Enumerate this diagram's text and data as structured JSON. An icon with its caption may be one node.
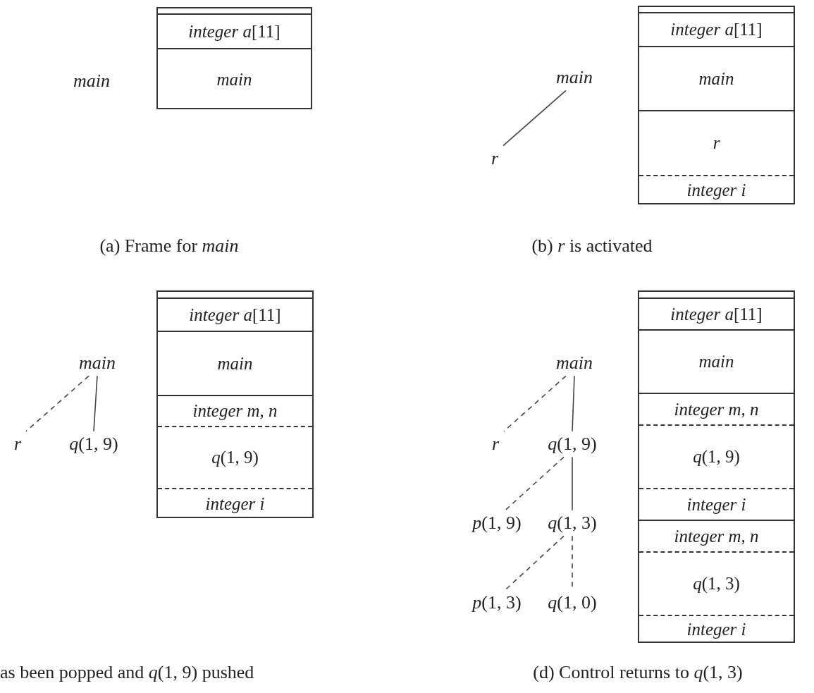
{
  "diagram": {
    "nodes": [
      {
        "text": [
          "main"
        ]
      },
      {
        "text": [],
        "shape": "box"
      },
      {
        "text": [
          "*integer a*[11]"
        ],
        "in": 1
      },
      {
        "text": [
          "main"
        ],
        "in": 1
      },
      {
        "text": [
          "main"
        ]
      },
      {
        "text": [
          "r"
        ]
      },
      {
        "text": [],
        "shape": "box"
      },
      {
        "text": [
          "*integer a*[11]"
        ],
        "in": 6
      },
      {
        "text": [
          "main"
        ],
        "in": 6
      },
      {
        "text": [
          "r"
        ],
        "in": 6
      },
      {
        "text": [
          "integer i"
        ],
        "in": 6
      },
      {
        "text": [
          "main"
        ]
      },
      {
        "text": [
          "r"
        ]
      },
      {
        "text": [
          "*q*(1, 9)"
        ]
      },
      {
        "text": [],
        "shape": "box"
      },
      {
        "text": [
          "*integer a*[11]"
        ],
        "in": 14
      },
      {
        "text": [
          "main"
        ],
        "in": 14
      },
      {
        "text": [
          "integer m, n"
        ],
        "in": 14
      },
      {
        "text": [
          "*q*(1, 9)"
        ],
        "in": 14
      },
      {
        "text": [
          "integer i"
        ],
        "in": 14
      },
      {
        "text": [
          "main"
        ]
      },
      {
        "text": [
          "r"
        ]
      },
      {
        "text": [
          "*q*(1, 9)"
        ]
      },
      {
        "text": [
          "*p*(1, 9)"
        ]
      },
      {
        "text": [
          "*q*(1, 3)"
        ]
      },
      {
        "text": [
          "*p*(1, 3)"
        ]
      },
      {
        "text": [
          "*q*(1, 0)"
        ]
      },
      {
        "text": [],
        "shape": "box"
      },
      {
        "text": [
          "*integer a*[11]"
        ],
        "in": 27
      },
      {
        "text": [
          "main"
        ],
        "in": 27
      },
      {
        "text": [
          "integer m, n"
        ],
        "in": 27
      },
      {
        "text": [
          "*q*(1, 9)"
        ],
        "in": 27
      },
      {
        "text": [
          "integer i"
        ],
        "in": 27
      },
      {
        "text": [
          "integer m, n"
        ],
        "in": 27
      },
      {
        "text": [
          "*q*(1, 3)"
        ],
        "in": 27
      },
      {
        "text": [
          "integer i"
        ],
        "in": 27
      }
    ],
    "edges": [
      {
        "from": 4,
        "to": 5,
        "arrow": "none"
      },
      {
        "from": 11,
        "to": 12,
        "arrow": "none",
        "style": "dashed"
      },
      {
        "from": 11,
        "to": 13,
        "arrow": "none"
      },
      {
        "from": 20,
        "to": 21,
        "arrow": "none",
        "style": "dashed"
      },
      {
        "from": 20,
        "to": 22,
        "arrow": "none"
      },
      {
        "from": 22,
        "to": 23,
        "arrow": "none",
        "style": "dashed"
      },
      {
        "from": 22,
        "to": 24,
        "arrow": "none"
      },
      {
        "from": 24,
        "to": 25,
        "arrow": "none",
        "style": "dashed"
      },
      {
        "from": 24,
        "to": 26,
        "arrow": "none",
        "style": "dashed"
      }
    ],
    "labels": [
      "(a) Frame for *main*",
      "(b) *r* is activated",
      "as been popped and *q*(1, 9) pushed",
      "(d) Control returns to *q*(1, 3)"
    ]
  }
}
